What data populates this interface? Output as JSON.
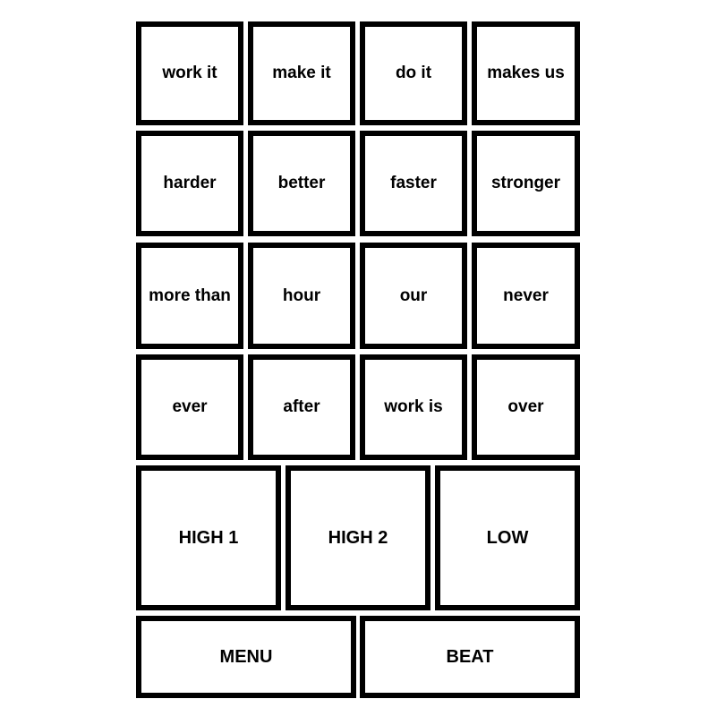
{
  "word_pads": [
    "work it",
    "make it",
    "do it",
    "makes us",
    "harder",
    "better",
    "faster",
    "stronger",
    "more than",
    "hour",
    "our",
    "never",
    "ever",
    "after",
    "work is",
    "over"
  ],
  "voice_pads": [
    "HIGH 1",
    "HIGH 2",
    "LOW"
  ],
  "controls": {
    "menu_label": "MENU",
    "beat_label": "BEAT"
  },
  "colors": {
    "border": "#000000",
    "background": "#ffffff",
    "text": "#000000"
  }
}
